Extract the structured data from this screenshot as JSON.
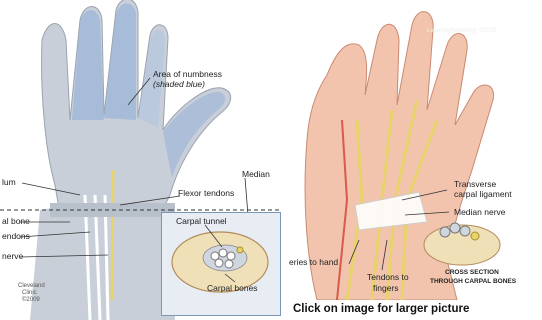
{
  "left": {
    "area_numbness": "Area of numbness",
    "shaded_blue": "(shaded blue)",
    "edge_labels": [
      "lum",
      "al bone",
      "endons",
      "nerve"
    ],
    "median": "Median",
    "flexor_tendons": "Flexor tendons",
    "carpal_tunnel": "Carpal tunnel",
    "carpal_bones": "Carpal bones",
    "logo_lines": [
      "Cleveland",
      "Clinic",
      "©2009"
    ]
  },
  "right": {
    "watermark": "LearningRadiology ©2009",
    "transverse_1": "Transverse",
    "transverse_2": "carpal ligament",
    "median_nerve": "Median nerve",
    "arteries": "eries to hand",
    "tendons_1": "Tendons to",
    "tendons_2": "fingers",
    "cross_1": "CROSS SECTION",
    "cross_2": "THROUGH CARPAL BONES"
  },
  "caption": "Click on image for larger picture",
  "colors": {
    "hand_gray": "#c9cfd8",
    "numb_blue": "#9fb6d8",
    "right_skin": "#f2c4ae",
    "tendon_yellow": "#e8d36a",
    "bone_beige": "#efe0b8",
    "inset_bg": "#e7edf3"
  }
}
